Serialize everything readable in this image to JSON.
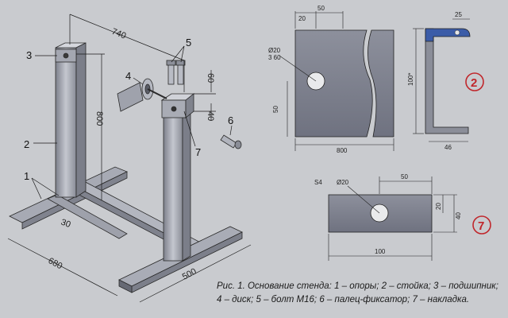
{
  "main_drawing": {
    "callouts": {
      "c1": "1",
      "c2": "2",
      "c3": "3",
      "c4": "4",
      "c5": "5",
      "c6": "6",
      "c7": "7"
    },
    "dims": {
      "width_740": "740",
      "height_800": "800",
      "length_680": "680",
      "length_500": "500",
      "foot_30": "30",
      "pin_60": "60",
      "pin_40": "40"
    }
  },
  "detail_2": {
    "badge": "2",
    "dims": {
      "top_20": "20",
      "top_50": "50",
      "hole": "Ø20",
      "hole_sub": "3 60",
      "left_50": "50",
      "width_800": "800",
      "side_25": "25",
      "side_100": "100*",
      "side_46": "46"
    }
  },
  "detail_7": {
    "badge": "7",
    "dims": {
      "s4": "S4",
      "hole": "Ø20",
      "top_50": "50",
      "right_20": "20",
      "right_40": "40",
      "bottom_100": "100"
    }
  },
  "caption": {
    "line1": "Рис. 1. Основание стенда: 1 – опоры; 2 – стойка; 3 – подшипник;",
    "line2": "4 – диск; 5 – болт М16; 6 – палец-фиксатор; 7 – накладка."
  },
  "colors": {
    "metal_light": "#b8bbc4",
    "metal_mid": "#9598a3",
    "metal_dark": "#6c6f7a",
    "line": "#1a1a1a",
    "badge": "#c0262b",
    "accent_blue": "#3b5ca8"
  }
}
